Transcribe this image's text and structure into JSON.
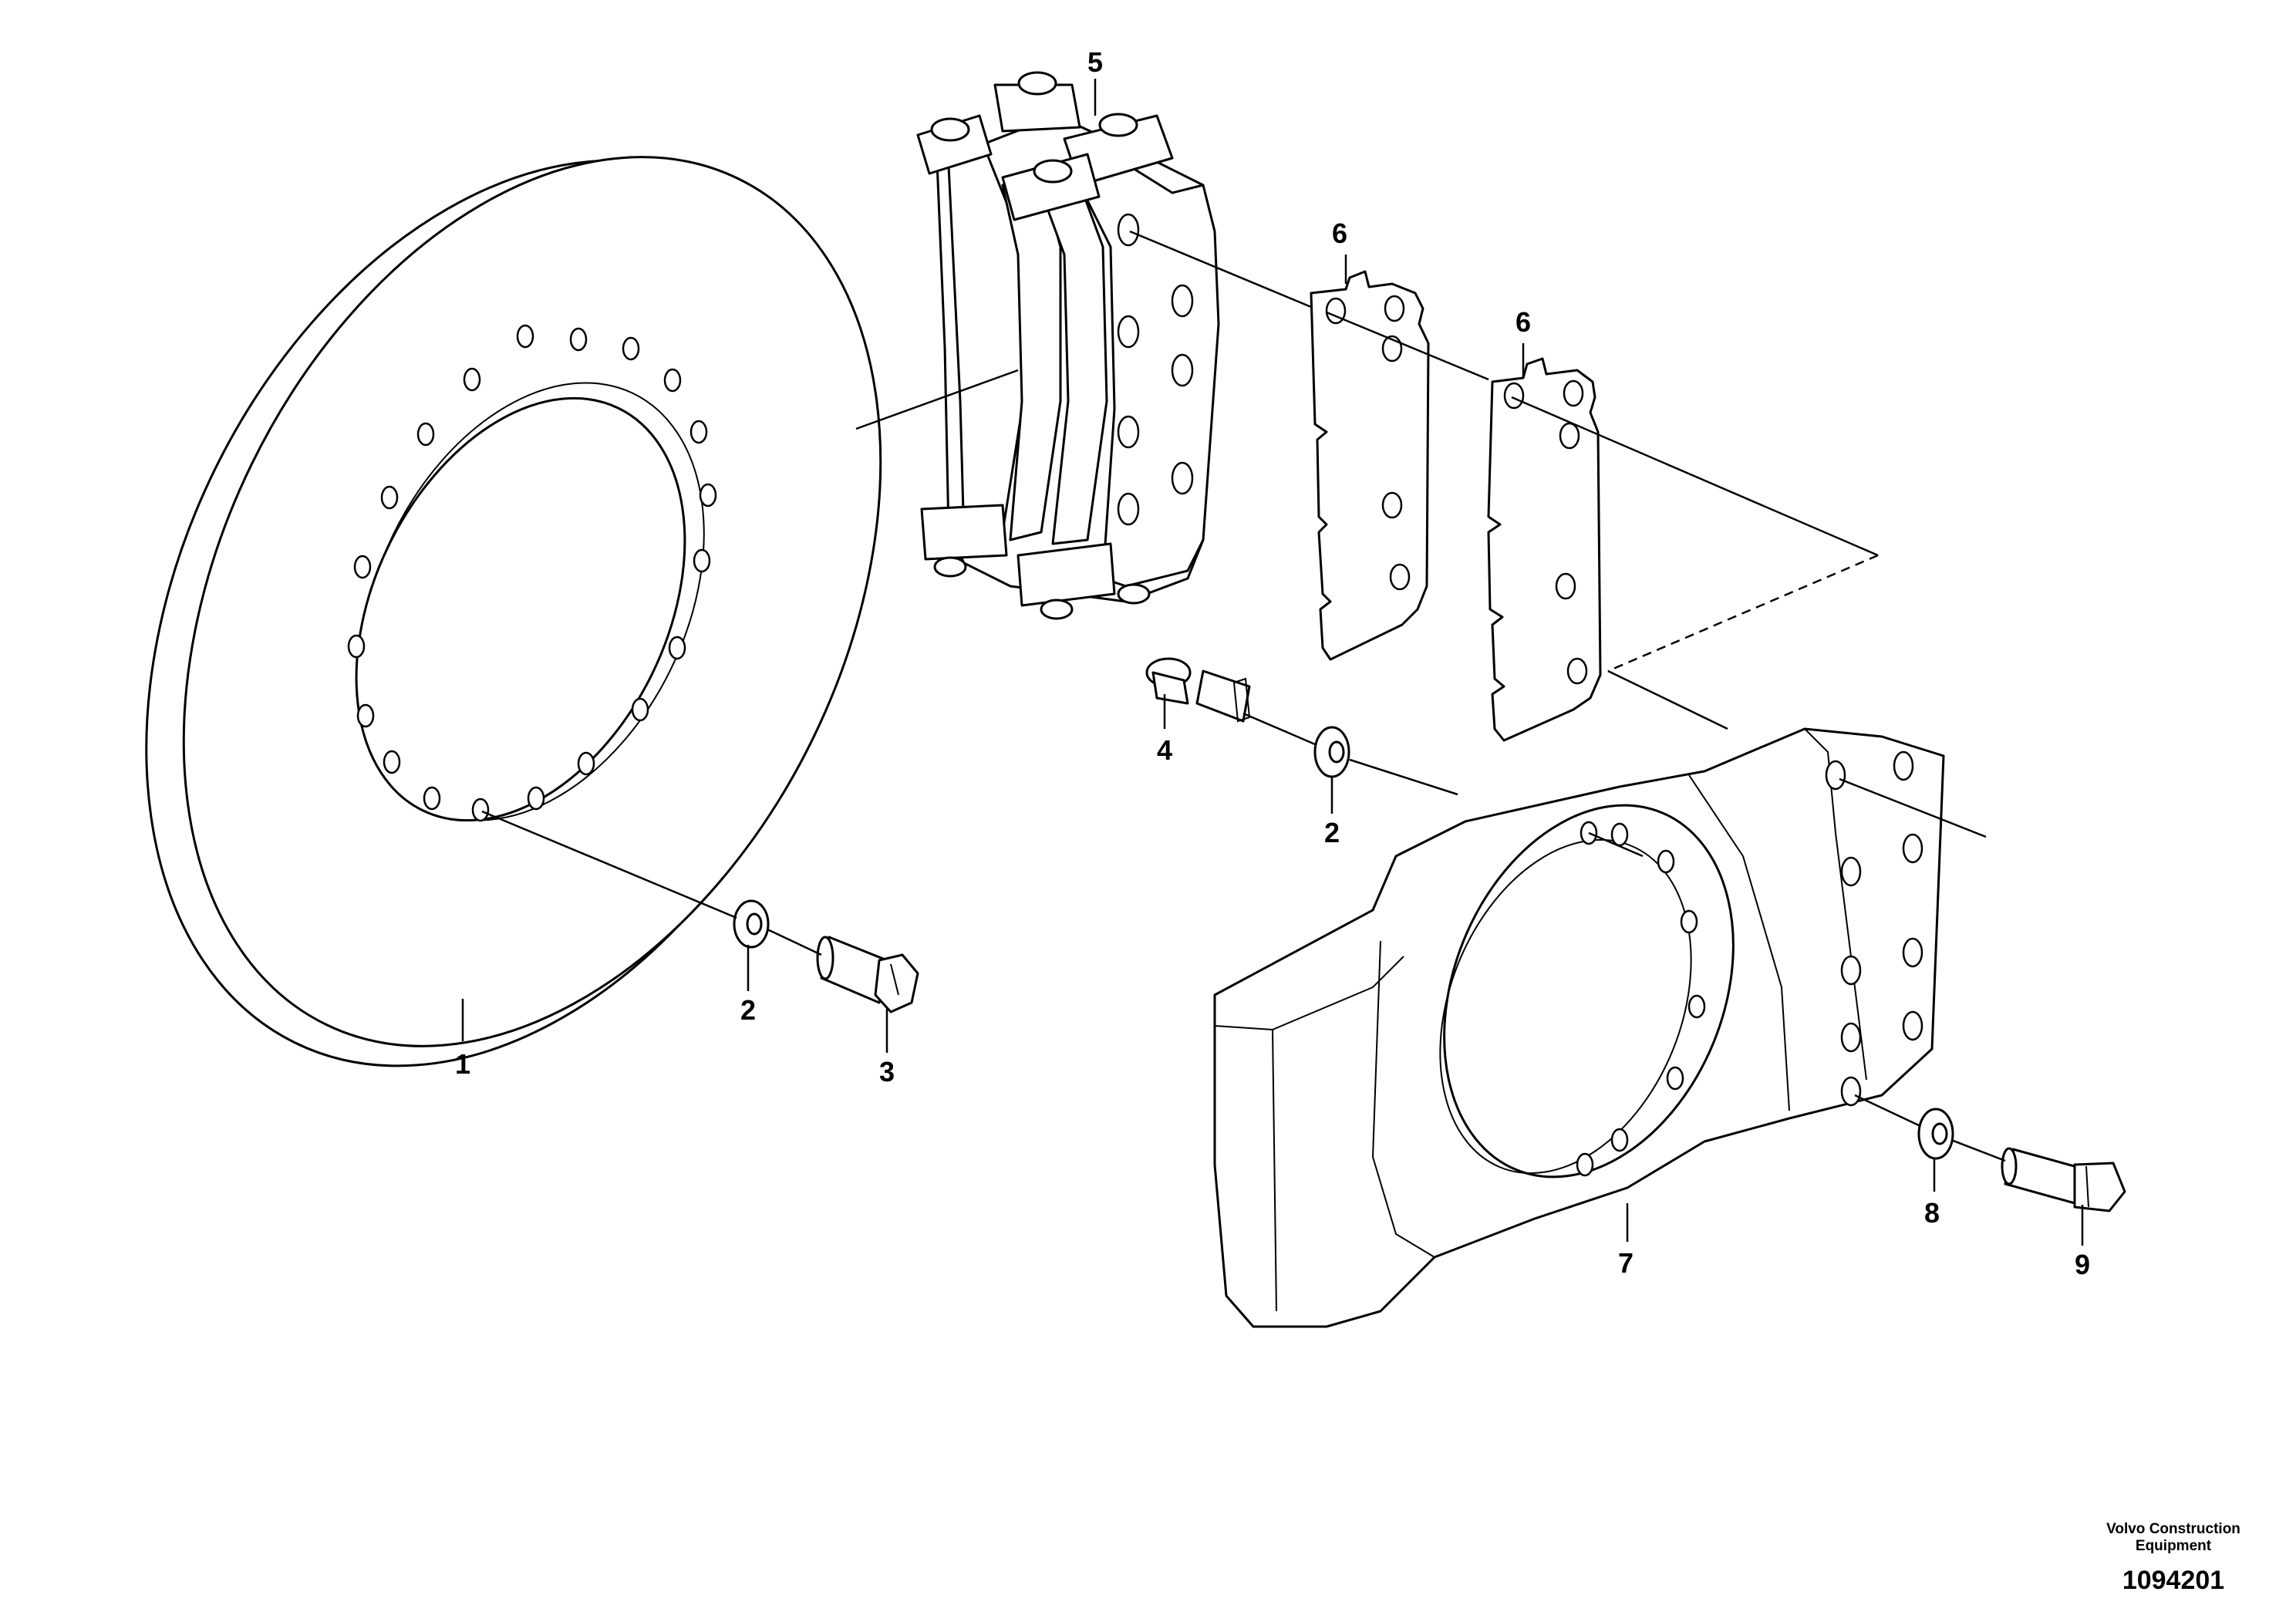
{
  "callouts": {
    "c1": "1",
    "c2a": "2",
    "c2b": "2",
    "c3": "3",
    "c4": "4",
    "c5": "5",
    "c6a": "6",
    "c6b": "6",
    "c7": "7",
    "c8": "8",
    "c9": "9"
  },
  "footer": {
    "brand_line1": "Volvo Construction",
    "brand_line2": "Equipment",
    "doc_number": "1094201"
  }
}
